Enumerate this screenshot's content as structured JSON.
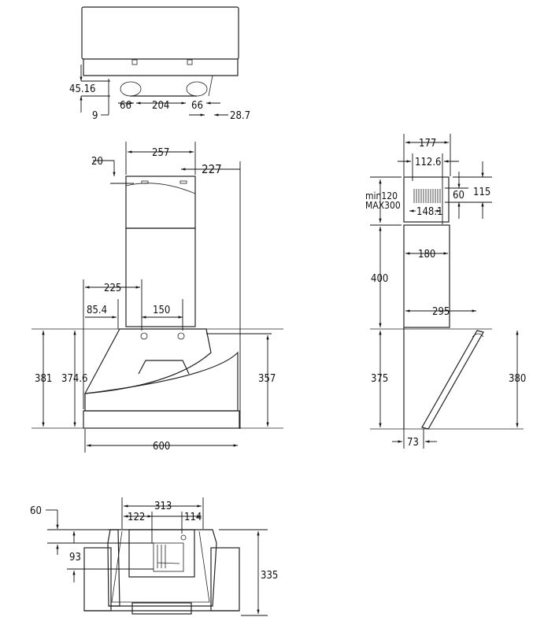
{
  "top_view": {
    "dims": [
      "45.16",
      "66",
      "204",
      "66",
      "9",
      "28.7"
    ]
  },
  "front_view": {
    "dims": [
      "257",
      "20",
      "227",
      "225",
      "85.4",
      "150",
      "381",
      "374.6",
      "357",
      "600"
    ]
  },
  "side_view": {
    "dims": [
      "177",
      "112.6",
      "60",
      "115",
      "min120",
      "MAX300",
      "148.1",
      "180",
      "400",
      "295",
      "375",
      "380",
      "73"
    ]
  },
  "bottom_view": {
    "dims": [
      "60",
      "313",
      "122",
      "114",
      "93",
      "335"
    ]
  }
}
